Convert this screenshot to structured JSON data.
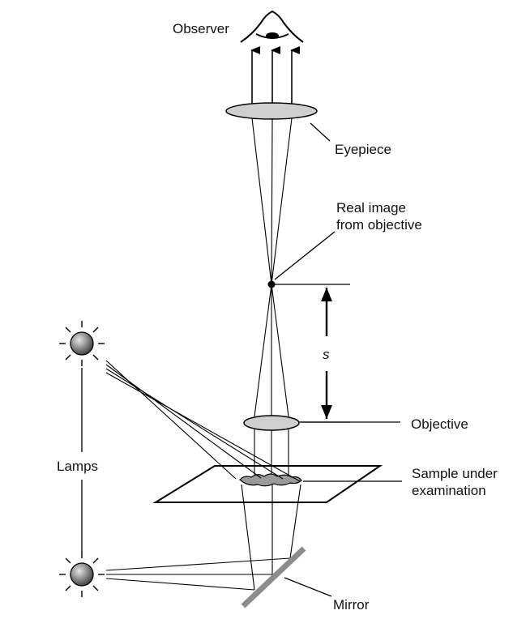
{
  "labels": {
    "observer": "Observer",
    "eyepiece": "Eyepiece",
    "real_image_line1": "Real image",
    "real_image_line2": "from objective",
    "s": "s",
    "objective": "Objective",
    "lamps": "Lamps",
    "sample_line1": "Sample under",
    "sample_line2": "examination",
    "mirror": "Mirror"
  },
  "colors": {
    "line": "#000000",
    "lens_fill": "#cfcfcf",
    "mirror_fill": "#8c8c8c",
    "sample_fill": "#9a9a9a",
    "lamp_light": "#e6e6e6",
    "lamp_dark": "#3a3a3a"
  }
}
